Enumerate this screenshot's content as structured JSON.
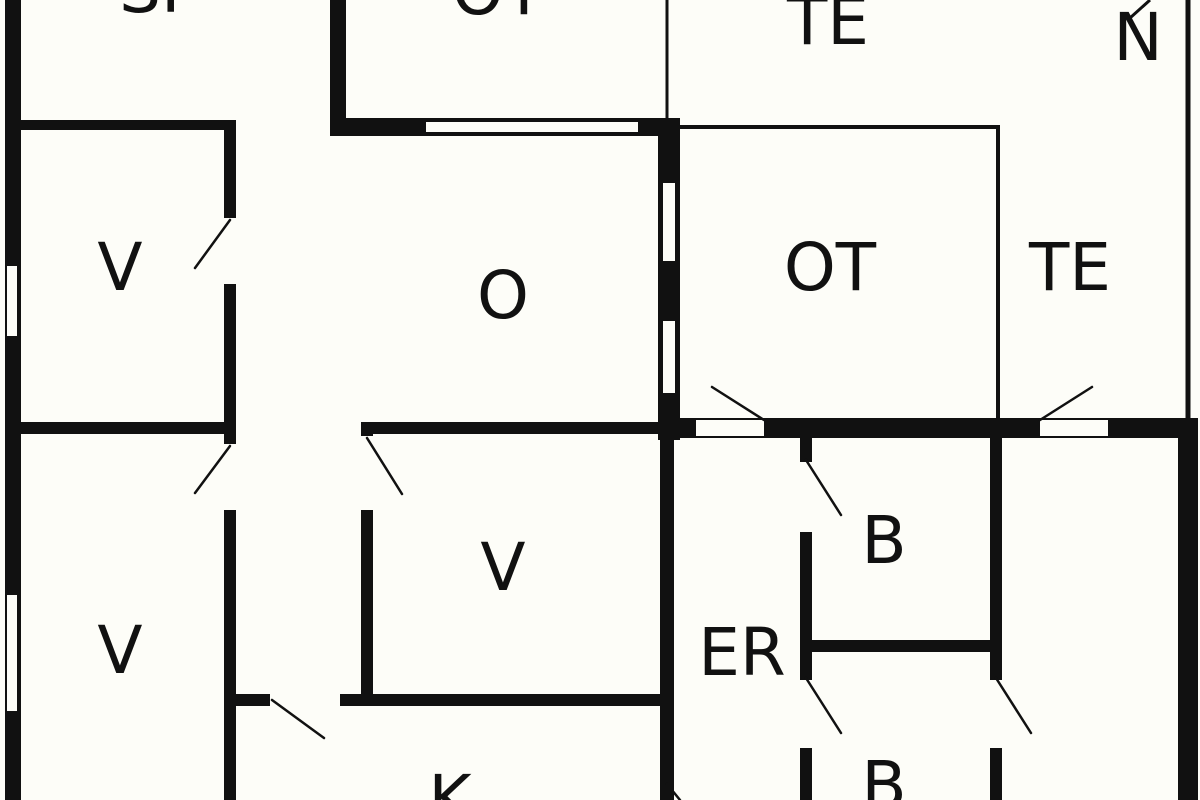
{
  "colors": {
    "background": "#fdfdf8",
    "wall": "#111111"
  },
  "rooms": [
    {
      "id": "sp",
      "label": "SP"
    },
    {
      "id": "ot-top",
      "label": "OT"
    },
    {
      "id": "te-top",
      "label": "TE"
    },
    {
      "id": "n",
      "label": "N"
    },
    {
      "id": "v1",
      "label": "V"
    },
    {
      "id": "o",
      "label": "O"
    },
    {
      "id": "ot-mid",
      "label": "OT"
    },
    {
      "id": "te-mid",
      "label": "TE"
    },
    {
      "id": "v2",
      "label": "V"
    },
    {
      "id": "v3",
      "label": "V"
    },
    {
      "id": "er",
      "label": "ER"
    },
    {
      "id": "b1",
      "label": "B"
    },
    {
      "id": "b2",
      "label": "B"
    },
    {
      "id": "k",
      "label": "K"
    }
  ]
}
